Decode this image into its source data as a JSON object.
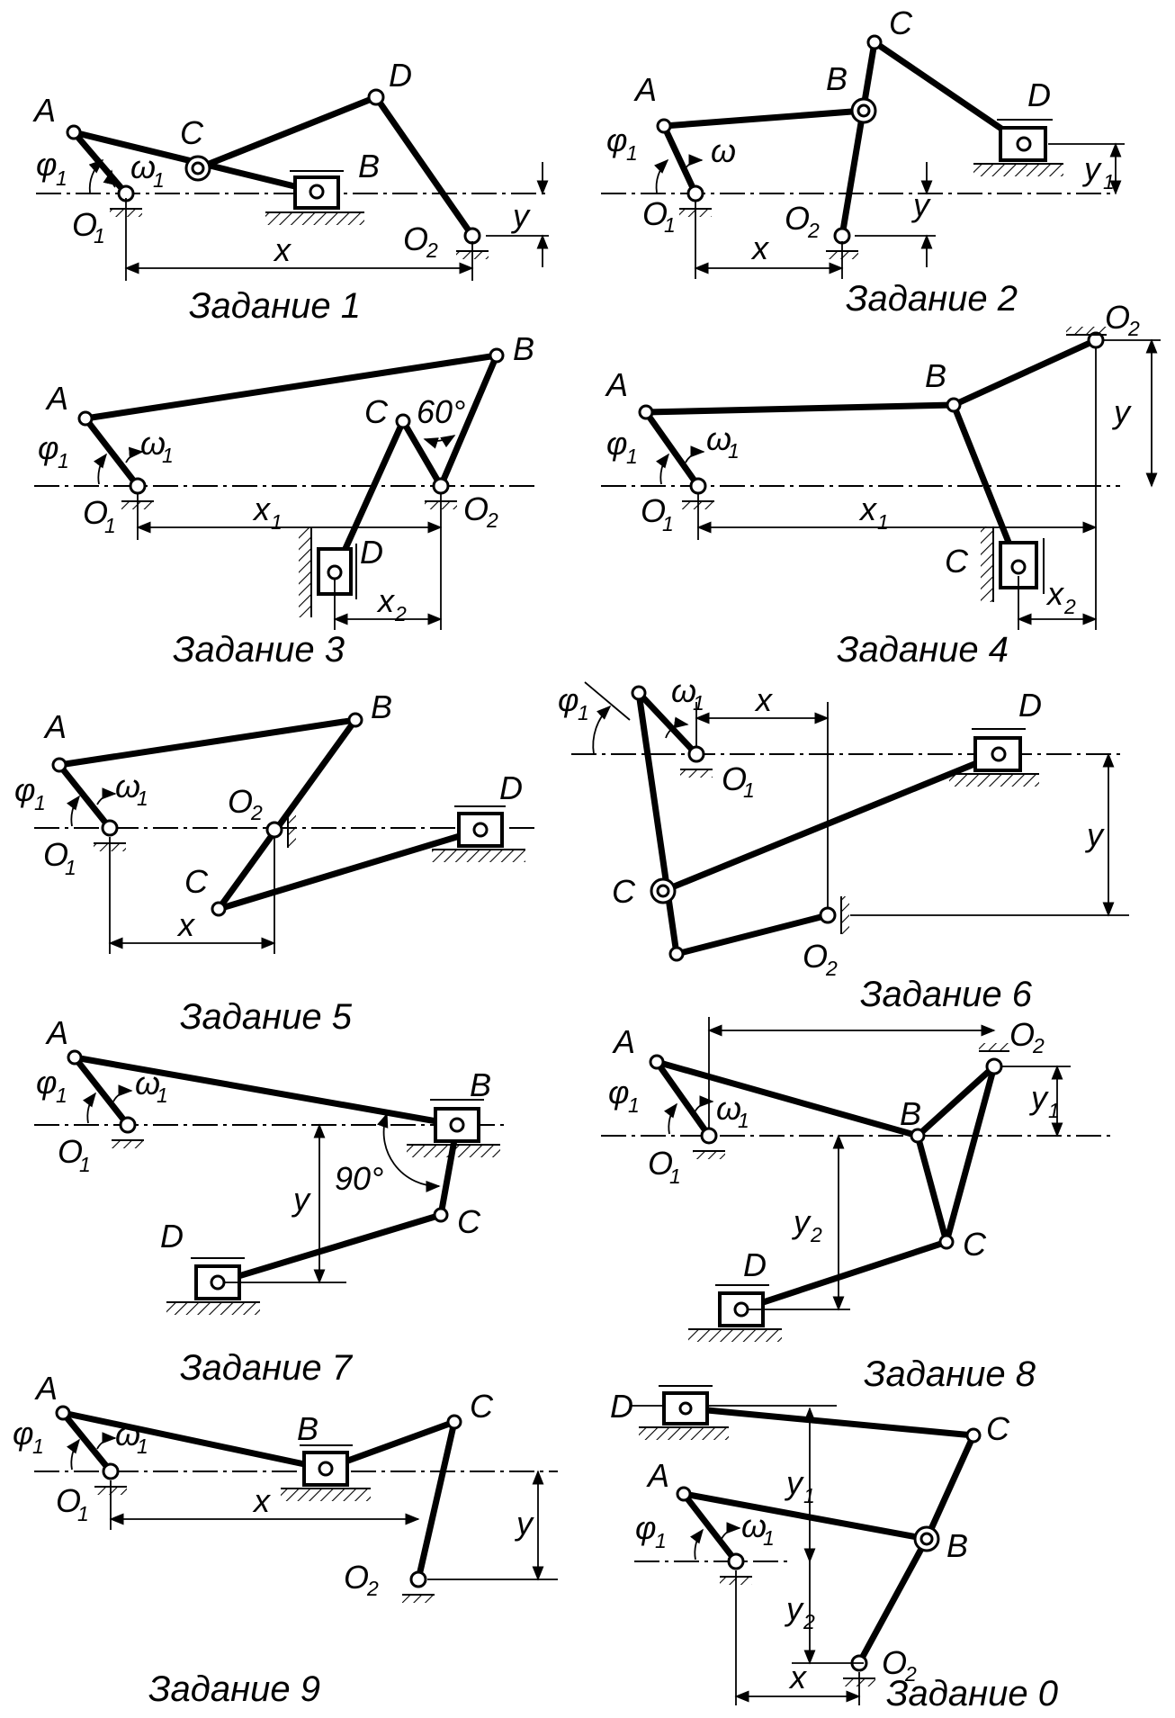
{
  "labels": {
    "A": "A",
    "B": "B",
    "C": "C",
    "D": "D",
    "O": "O",
    "sub1": "1",
    "sub2": "2",
    "phi": "φ",
    "omega1": "ω",
    "omega": "ω",
    "x": "x",
    "y": "y",
    "angle60": "60°",
    "angle90": "90°"
  },
  "tasks": [
    {
      "caption": "Задание 1"
    },
    {
      "caption": "Задание 2"
    },
    {
      "caption": "Задание 3"
    },
    {
      "caption": "Задание 4"
    },
    {
      "caption": "Задание 5"
    },
    {
      "caption": "Задание 6"
    },
    {
      "caption": "Задание 7"
    },
    {
      "caption": "Задание 8"
    },
    {
      "caption": "Задание 9"
    },
    {
      "caption": "Задание 0"
    }
  ]
}
